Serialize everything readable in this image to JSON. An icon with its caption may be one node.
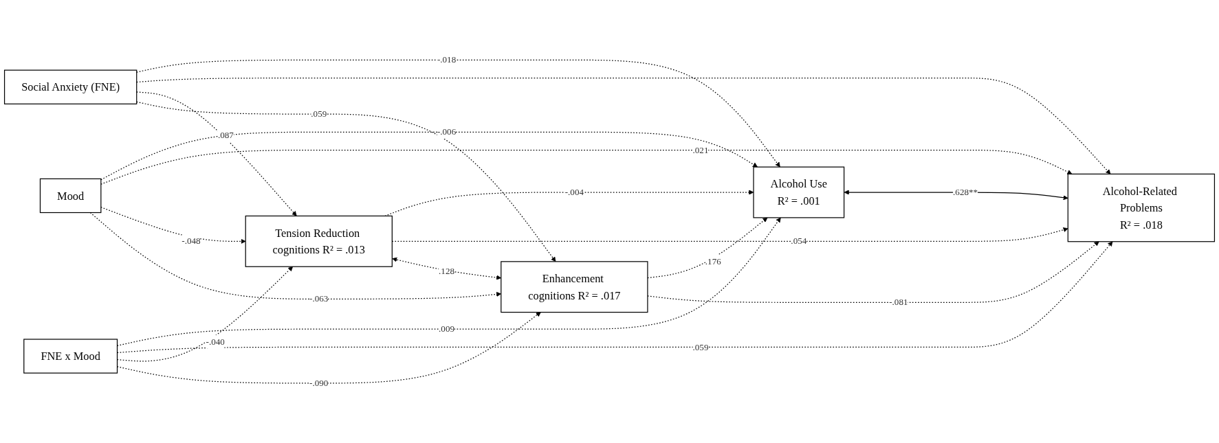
{
  "diagram": {
    "nodes": [
      {
        "text": [
          "Social Anxiety (FNE)"
        ]
      },
      {
        "text": [
          "Mood"
        ]
      },
      {
        "text": [
          "FNE x Mood"
        ]
      },
      {
        "text": [
          "Alcohol Use",
          "R² = .001"
        ]
      },
      {
        "text": [
          "Alcohol-Related Problems",
          "R² = .018"
        ]
      },
      {
        "text": [
          "Tension Reduction cognitions R² = .013"
        ]
      },
      {
        "text": [
          "Enhancement cognitions R² = .017"
        ]
      }
    ],
    "edges": [
      {
        "from": 0,
        "to": 3,
        "arrow": "to",
        "label": "-.018",
        "style": "dashed"
      },
      {
        "from": 0,
        "to": 4,
        "arrow": "to",
        "style": "dashed"
      },
      {
        "from": 0,
        "to": 5,
        "arrow": "to",
        "label": ".087",
        "style": "dashed"
      },
      {
        "from": 0,
        "to": 6,
        "arrow": "to",
        "label": ".059",
        "style": "dashed"
      },
      {
        "from": 1,
        "to": 3,
        "arrow": "to",
        "label": "-.006",
        "style": "dashed"
      },
      {
        "from": 1,
        "to": 4,
        "arrow": "to",
        "label": ".021",
        "style": "dashed"
      },
      {
        "from": 1,
        "to": 5,
        "arrow": "to",
        "label": "-.048",
        "style": "dashed"
      },
      {
        "from": 1,
        "to": 6,
        "arrow": "to",
        "label": "-.063",
        "style": "dashed"
      },
      {
        "from": 2,
        "to": 3,
        "arrow": "to",
        "label": ".009",
        "style": "dashed"
      },
      {
        "from": 2,
        "to": 4,
        "arrow": "to",
        "label": ".059",
        "style": "dashed"
      },
      {
        "from": 2,
        "to": 5,
        "arrow": "to",
        "label": "-.040",
        "style": "dashed"
      },
      {
        "from": 2,
        "to": 6,
        "arrow": "to",
        "label": "-.090",
        "style": "dashed"
      },
      {
        "from": 5,
        "to": 3,
        "arrow": "to",
        "label": "-.004",
        "style": "dashed"
      },
      {
        "from": 5,
        "to": 4,
        "arrow": "to",
        "label": ".054",
        "style": "dashed"
      },
      {
        "from": 6,
        "to": 3,
        "arrow": "to",
        "label": ".176",
        "style": "dashed"
      },
      {
        "from": 6,
        "to": 4,
        "arrow": "to",
        "label": "-.081",
        "style": "dashed"
      },
      {
        "from": 5,
        "to": 6,
        "arrow": "both",
        "label": ".128",
        "style": "dashed"
      },
      {
        "from": 3,
        "to": 4,
        "arrow": "both",
        "label": ".628**"
      }
    ]
  }
}
